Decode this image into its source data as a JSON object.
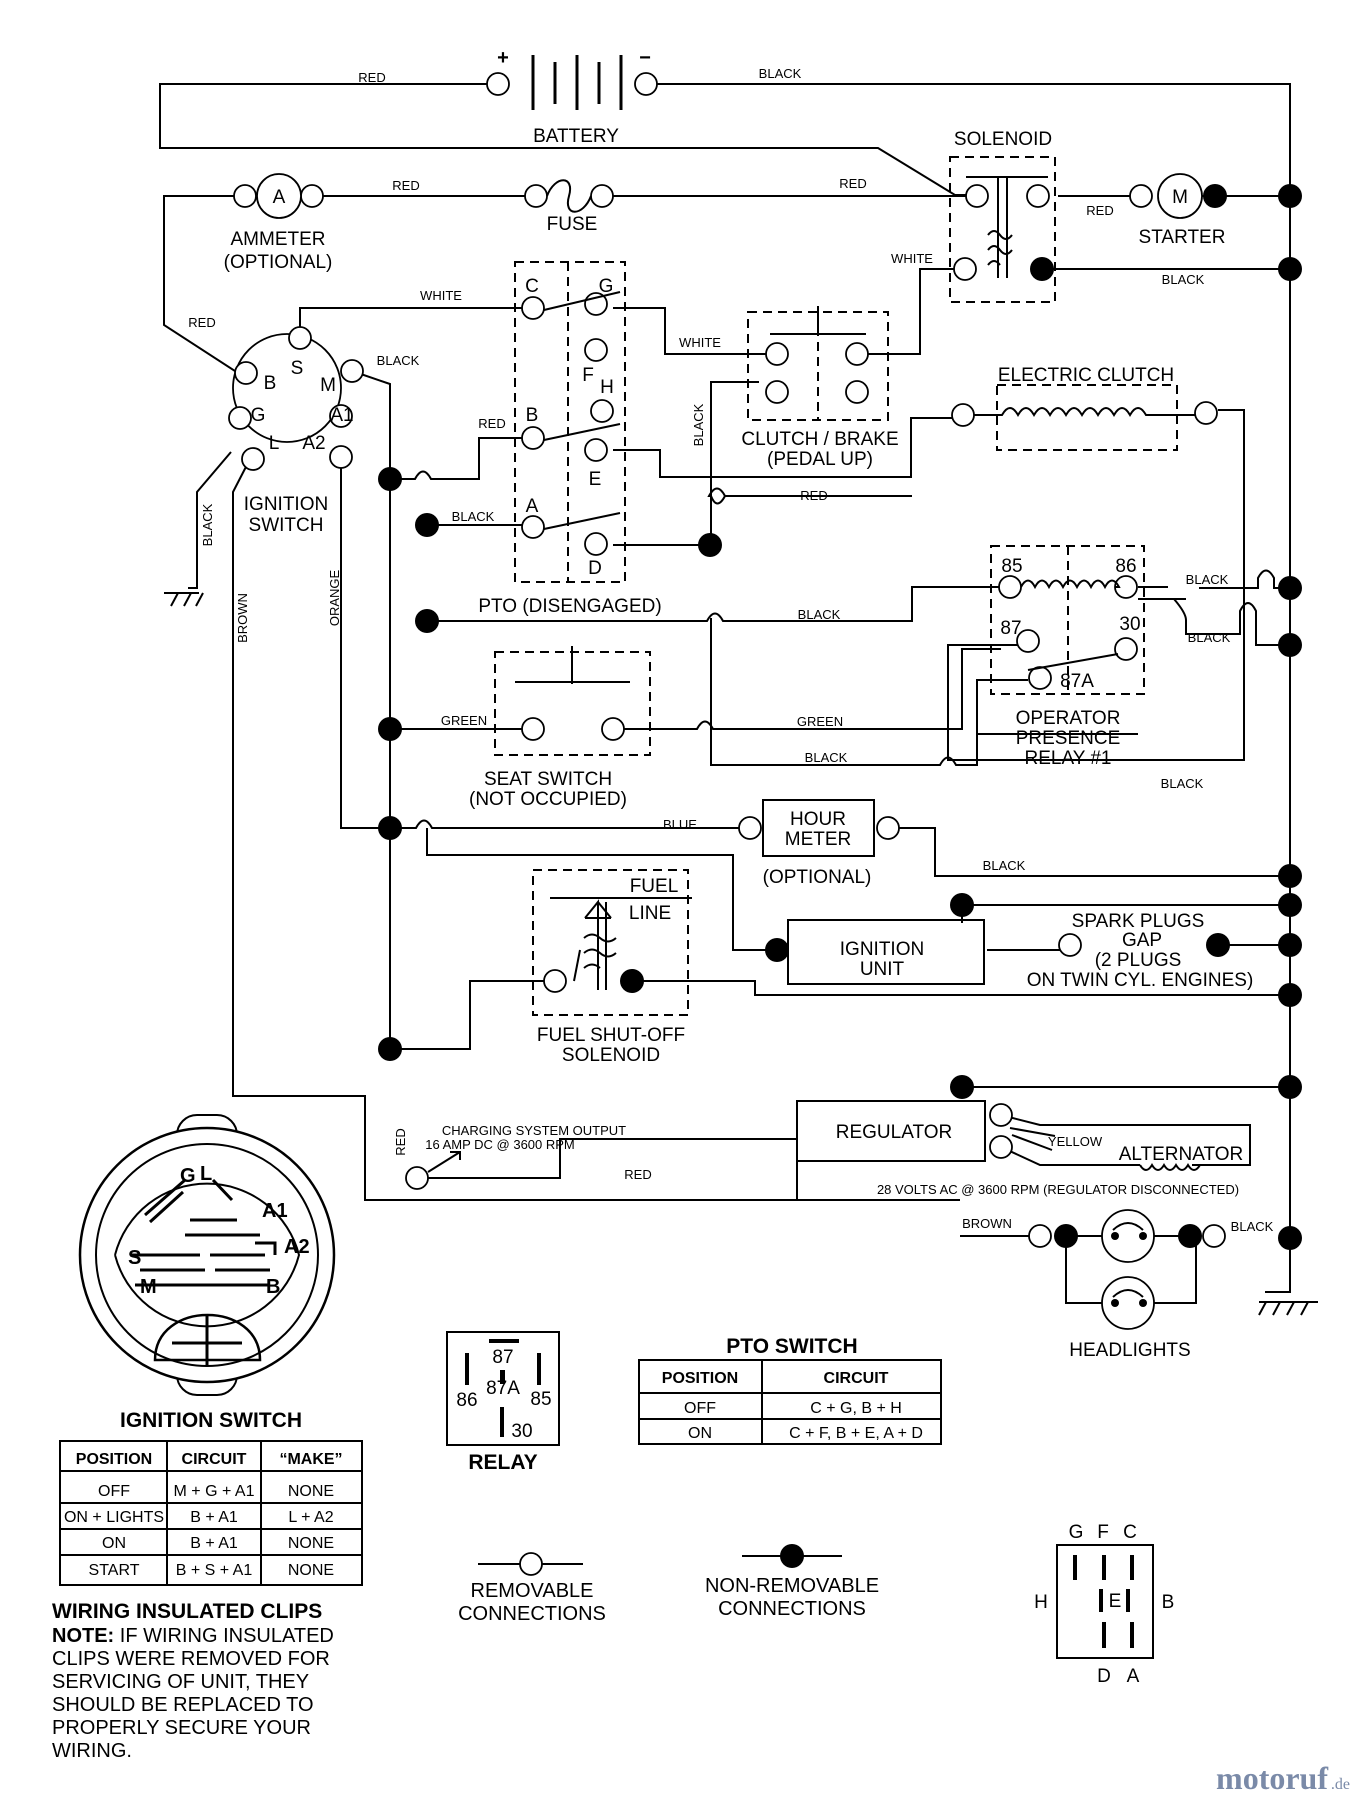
{
  "wires": {
    "red": "RED",
    "black": "BLACK",
    "white": "WHITE",
    "green": "GREEN",
    "blue": "BLUE",
    "brown": "BROWN",
    "orange": "ORANGE",
    "yellow": "YELLOW"
  },
  "components": {
    "battery": "BATTERY",
    "battery_plus": "+",
    "battery_minus": "−",
    "solenoid": "SOLENOID",
    "ammeter_symbol": "A",
    "ammeter": "AMMETER",
    "ammeter_note": "(OPTIONAL)",
    "fuse": "FUSE",
    "starter_symbol": "M",
    "starter": "STARTER",
    "ignition_switch": [
      "IGNITION",
      "SWITCH"
    ],
    "ign_terminals": {
      "B": "B",
      "S": "S",
      "M": "M",
      "G": "G",
      "A1": "A1",
      "L": "L",
      "A2": "A2"
    },
    "pto_terminals": {
      "C": "C",
      "G": "G",
      "F": "F",
      "H": "H",
      "B": "B",
      "E": "E",
      "A": "A",
      "D": "D"
    },
    "pto": "PTO (DISENGAGED)",
    "clutch_brake": [
      "CLUTCH / BRAKE",
      "(PEDAL UP)"
    ],
    "electric_clutch": "ELECTRIC CLUTCH",
    "relay_terminals": {
      "t85": "85",
      "t86": "86",
      "t87": "87",
      "t30": "30",
      "t87a": "87A"
    },
    "operator_presence": [
      "OPERATOR",
      "PRESENCE",
      "RELAY #1"
    ],
    "seat_switch": [
      "SEAT SWITCH",
      "(NOT OCCUPIED)"
    ],
    "hour_meter": [
      "HOUR",
      "METER"
    ],
    "hour_meter_note": "(OPTIONAL)",
    "fuel_line": [
      "FUEL",
      "LINE"
    ],
    "fuel_solenoid": [
      "FUEL SHUT-OFF",
      "SOLENOID"
    ],
    "ignition_unit": [
      "IGNITION",
      "UNIT"
    ],
    "spark_plugs": [
      "SPARK PLUGS",
      "GAP",
      "(2 PLUGS",
      "ON TWIN CYL. ENGINES)"
    ],
    "regulator": "REGULATOR",
    "alternator": "ALTERNATOR",
    "charging": [
      "CHARGING SYSTEM OUTPUT",
      "16 AMP DC @ 3600 RPM"
    ],
    "alternator_note": "28 VOLTS AC @ 3600 RPM (REGULATOR DISCONNECTED)",
    "headlights": "HEADLIGHTS"
  },
  "ignition_table": {
    "title": "IGNITION SWITCH",
    "headers": [
      "POSITION",
      "CIRCUIT",
      "“MAKE”"
    ],
    "rows": [
      [
        "OFF",
        "M + G + A1",
        "NONE"
      ],
      [
        "ON + LIGHTS",
        "B + A1",
        "L + A2"
      ],
      [
        "ON",
        "B + A1",
        "NONE"
      ],
      [
        "START",
        "B + S + A1",
        "NONE"
      ]
    ]
  },
  "ignition_face": {
    "G": "G",
    "L": "L",
    "A1": "A1",
    "A2": "A2",
    "S": "S",
    "M": "M",
    "B": "B"
  },
  "relay_diagram": {
    "t87": "87",
    "t86": "86",
    "t87a": "87A",
    "t85": "85",
    "t30": "30",
    "title": "RELAY"
  },
  "pto_table": {
    "title": "PTO SWITCH",
    "headers": [
      "POSITION",
      "CIRCUIT"
    ],
    "rows": [
      [
        "OFF",
        "C + G, B + H"
      ],
      [
        "ON",
        "C + F, B + E, A + D"
      ]
    ]
  },
  "legend": {
    "removable": [
      "REMOVABLE",
      "CONNECTIONS"
    ],
    "nonremovable": [
      "NON-REMOVABLE",
      "CONNECTIONS"
    ]
  },
  "pto_pinout": {
    "G": "G",
    "F": "F",
    "C": "C",
    "H": "H",
    "E": "E",
    "B": "B",
    "D": "D",
    "A": "A"
  },
  "clips_note": {
    "title": "WIRING INSULATED CLIPS",
    "lead": "NOTE:",
    "lines": [
      " IF WIRING INSULATED",
      "CLIPS WERE REMOVED FOR",
      "SERVICING OF UNIT, THEY",
      "SHOULD BE REPLACED TO",
      "PROPERLY SECURE YOUR",
      "WIRING."
    ]
  },
  "watermark": {
    "name": "motoruf",
    "suffix": ".de"
  }
}
